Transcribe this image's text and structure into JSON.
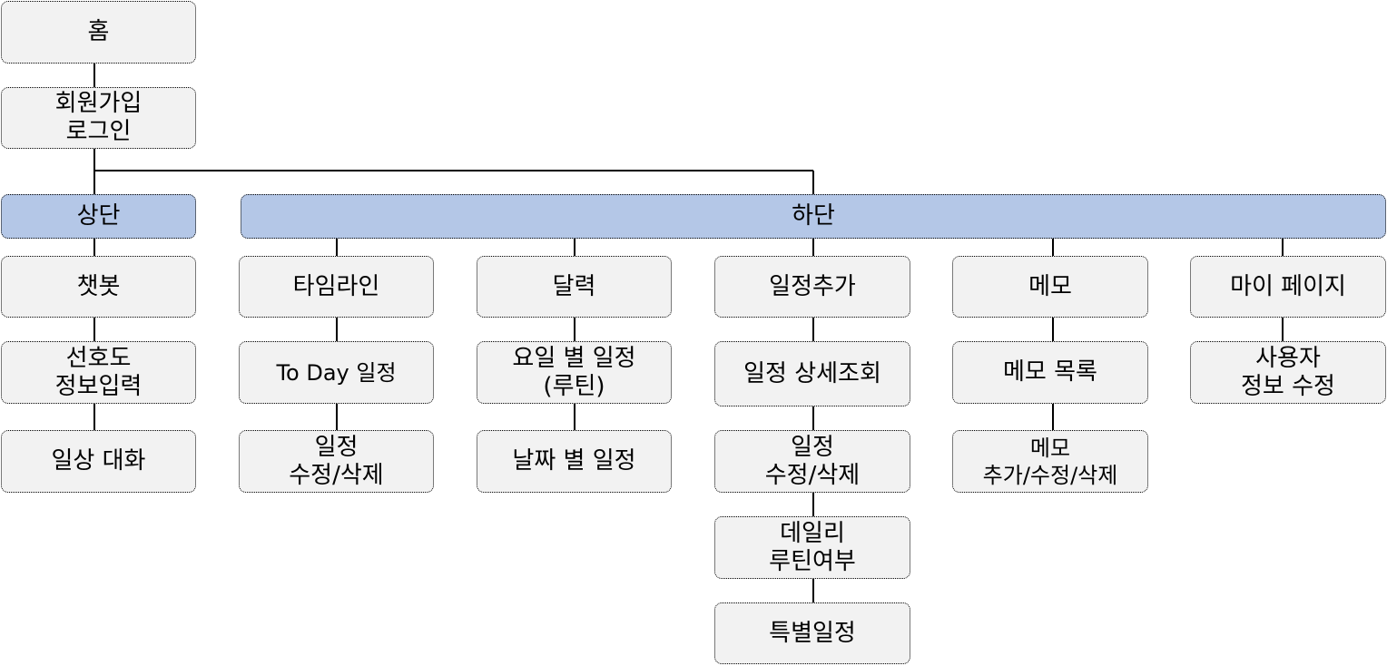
{
  "colors": {
    "node_fill": "#f2f2f2",
    "header_fill": "#b4c7e7",
    "border": "#000000",
    "line": "#000000"
  },
  "nodes": {
    "home": "홈",
    "signup_login": "회원가입\n로그인",
    "top": "상단",
    "bottom": "하단",
    "chatbot": "챗봇",
    "preference_input": "선호도\n정보입력",
    "daily_chat": "일상 대화",
    "timeline": "타임라인",
    "today_schedule": "To Day 일정",
    "timeline_edit_delete": "일정\n수정/삭제",
    "calendar": "달력",
    "weekday_schedule": "요일 별 일정\n(루틴)",
    "date_schedule": "날짜 별 일정",
    "add_schedule": "일정추가",
    "schedule_detail": "일정 상세조회",
    "schedule_edit_delete": "일정\n수정/삭제",
    "daily_routine": "데일리\n루틴여부",
    "special_schedule": "특별일정",
    "memo": "메모",
    "memo_list": "메모 목록",
    "memo_add_edit_delete": "메모\n추가/수정/삭제",
    "my_page": "마이 페이지",
    "user_info_edit": "사용자\n정보 수정"
  }
}
